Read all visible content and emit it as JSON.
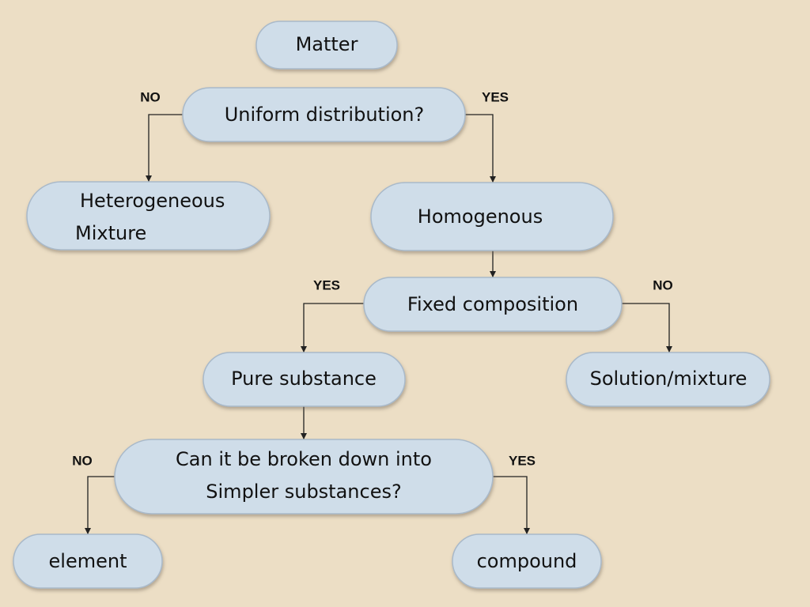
{
  "diagram": {
    "colors": {
      "background": "#ecdec5",
      "node_fill": "#cfdde9",
      "node_stroke": "#a9b9c9",
      "connector": "#222222",
      "text": "#111111"
    },
    "nodes": {
      "matter": {
        "lines": [
          "Matter"
        ]
      },
      "uniform": {
        "lines": [
          "Uniform distribution?"
        ]
      },
      "heterogeneous": {
        "lines": [
          "Heterogeneous",
          "Mixture"
        ]
      },
      "homogenous": {
        "lines": [
          "Homogenous"
        ]
      },
      "fixed": {
        "lines": [
          "Fixed composition"
        ]
      },
      "pure": {
        "lines": [
          "Pure substance"
        ]
      },
      "solution": {
        "lines": [
          "Solution/mixture"
        ]
      },
      "broken": {
        "lines": [
          "Can it be broken down into",
          "Simpler substances?"
        ]
      },
      "element": {
        "lines": [
          "element"
        ]
      },
      "compound": {
        "lines": [
          "compound"
        ]
      }
    },
    "branch_labels": {
      "uniform_no": "NO",
      "uniform_yes": "YES",
      "fixed_yes": "YES",
      "fixed_no": "NO",
      "broken_no": "NO",
      "broken_yes": "YES"
    }
  }
}
